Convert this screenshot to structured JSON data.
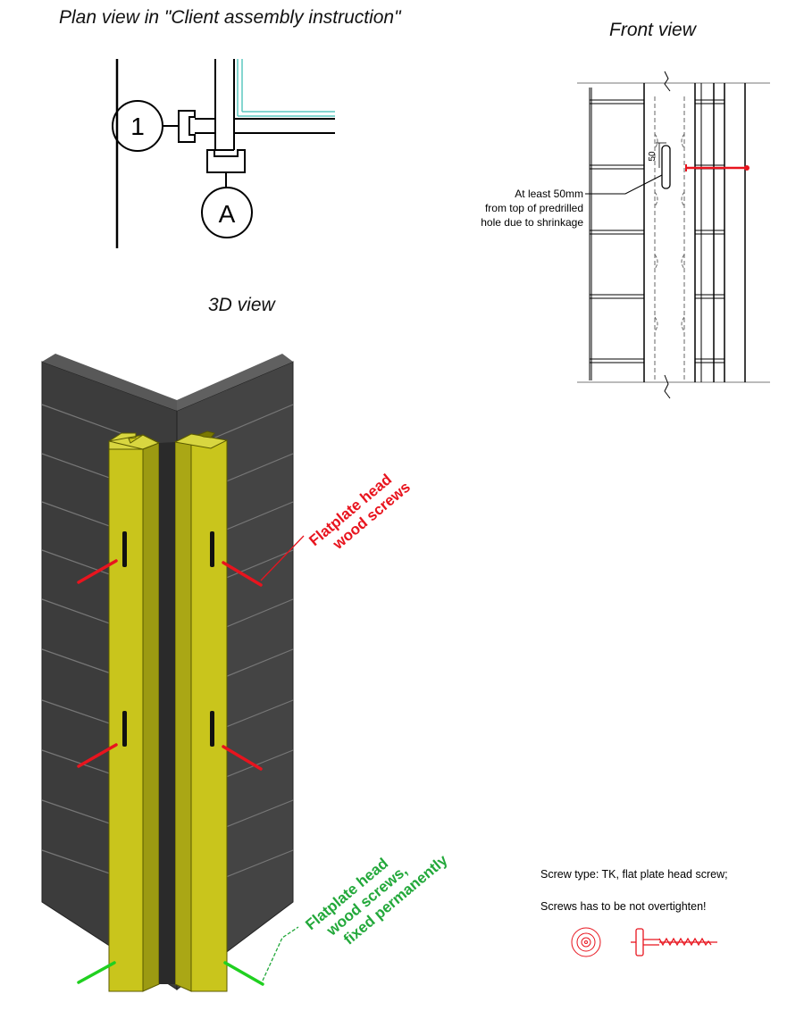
{
  "titles": {
    "plan_view": "Plan view in \"Client assembly instruction\"",
    "front_view": "Front view",
    "three_d_view": "3D view"
  },
  "plan_view": {
    "marker_1": "1",
    "marker_a": "A"
  },
  "front_view": {
    "dimension": "50",
    "note_line1": "At least 50mm",
    "note_line2": "from top of predrilled",
    "note_line3": "hole due to shrinkage"
  },
  "three_d_view": {
    "red_label_line1": "Flatplate head",
    "red_label_line2": "wood screws",
    "green_label_line1": "Flatplate head",
    "green_label_line2": "wood screws,",
    "green_label_line3": "fixed permanently",
    "colors": {
      "wall": "#3f3f3f",
      "post": "#c8c81e",
      "screw_red": "#e8141e",
      "screw_green": "#20d020",
      "label_red": "#e8141e",
      "label_green": "#22a83a"
    }
  },
  "screw_info": {
    "type": "Screw type: TK, flat plate head screw;",
    "warning": "Screws has to be not overtighten!"
  }
}
